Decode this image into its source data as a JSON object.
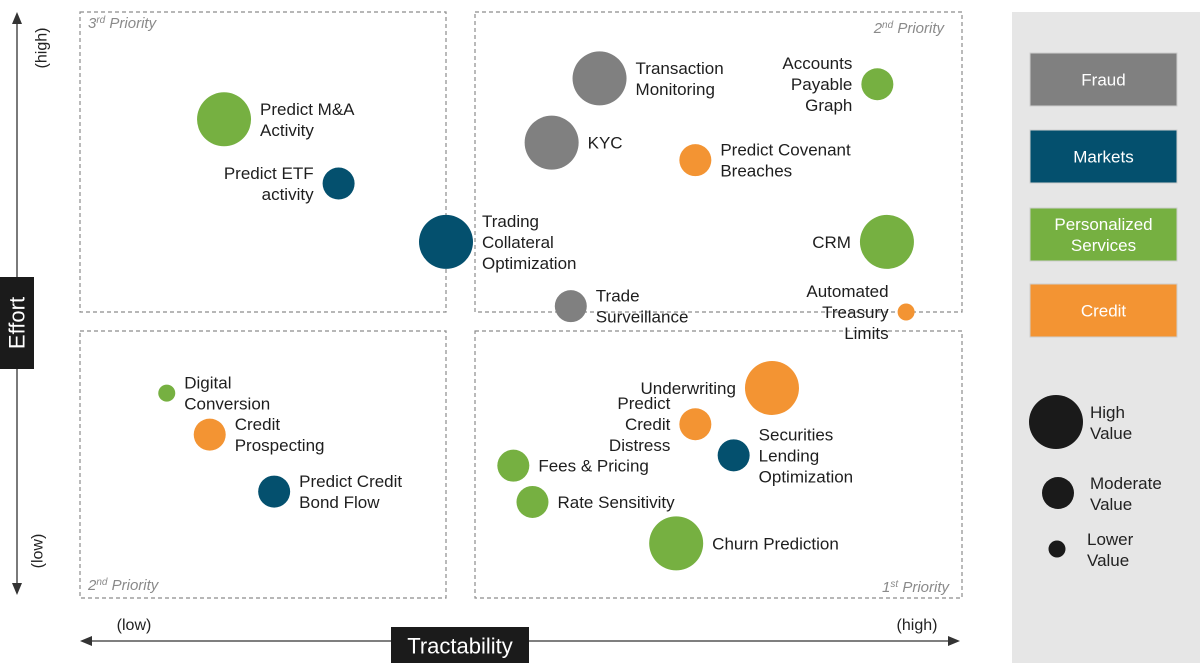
{
  "chart_data": {
    "type": "scatter",
    "xlabel": "Tractability",
    "ylabel": "Effort",
    "x_low_label": "(low)",
    "x_high_label": "(high)",
    "y_low_label": "(low)",
    "y_high_label": "(high)",
    "quadrants": [
      {
        "key": "top-left",
        "prefix": "3",
        "sup": "rd",
        "suffix": " Priority"
      },
      {
        "key": "top-right",
        "prefix": "2",
        "sup": "nd",
        "suffix": " Priority"
      },
      {
        "key": "bottom-left",
        "prefix": "2",
        "sup": "nd",
        "suffix": " Priority"
      },
      {
        "key": "bottom-right",
        "prefix": "1",
        "sup": "st",
        "suffix": " Priority"
      }
    ],
    "categories": [
      {
        "name": "Fraud",
        "color": "#808080"
      },
      {
        "name": "Markets",
        "color": "#04506e"
      },
      {
        "name": "Personalized Services",
        "color": "#76b041"
      },
      {
        "name": "Credit",
        "color": "#f39433"
      }
    ],
    "value_sizes": [
      {
        "name": "High Value",
        "level": "high"
      },
      {
        "name": "Moderate Value",
        "level": "moderate"
      },
      {
        "name": "Lower Value",
        "level": "lower"
      }
    ],
    "points": [
      {
        "label": "Predict M&A Activity",
        "category": "Personalized Services",
        "value": "high",
        "x": 1.9,
        "y": 8.3,
        "label_side": "right"
      },
      {
        "label": "Predict ETF activity",
        "category": "Markets",
        "value": "moderate",
        "x": 3.5,
        "y": 7.2,
        "label_side": "left"
      },
      {
        "label": "Transaction Monitoring",
        "category": "Fraud",
        "value": "high",
        "x": 6.3,
        "y": 9.0,
        "label_side": "right"
      },
      {
        "label": "KYC",
        "category": "Fraud",
        "value": "high",
        "x": 5.8,
        "y": 7.9,
        "label_side": "right"
      },
      {
        "label": "Predict Covenant Breaches",
        "category": "Credit",
        "value": "moderate",
        "x": 7.3,
        "y": 7.6,
        "label_side": "right"
      },
      {
        "label": "Accounts Payable Graph",
        "category": "Personalized Services",
        "value": "moderate",
        "x": 9.2,
        "y": 8.9,
        "label_side": "left"
      },
      {
        "label": "Trading Collateral Optimization",
        "category": "Markets",
        "value": "high",
        "x": 5.0,
        "y": 6.2,
        "label_side": "right"
      },
      {
        "label": "CRM",
        "category": "Personalized Services",
        "value": "high",
        "x": 9.3,
        "y": 6.2,
        "label_side": "left"
      },
      {
        "label": "Trade Surveillance",
        "category": "Fraud",
        "value": "moderate",
        "x": 6.0,
        "y": 5.1,
        "label_side": "right"
      },
      {
        "label": "Automated Treasury Limits",
        "category": "Credit",
        "value": "lower",
        "x": 9.5,
        "y": 5.0,
        "label_side": "left"
      },
      {
        "label": "Underwriting",
        "category": "Credit",
        "value": "high",
        "x": 8.1,
        "y": 3.9,
        "label_side": "left"
      },
      {
        "label": "Predict Credit Distress",
        "category": "Credit",
        "value": "moderate",
        "x": 7.3,
        "y": 3.2,
        "label_side": "left"
      },
      {
        "label": "Securities Lending Optimization",
        "category": "Markets",
        "value": "moderate",
        "x": 7.7,
        "y": 2.6,
        "label_side": "right"
      },
      {
        "label": "Fees & Pricing",
        "category": "Personalized Services",
        "value": "moderate",
        "x": 5.4,
        "y": 2.4,
        "label_side": "right"
      },
      {
        "label": "Rate Sensitivity",
        "category": "Personalized Services",
        "value": "moderate",
        "x": 5.6,
        "y": 1.7,
        "label_side": "right"
      },
      {
        "label": "Churn Prediction",
        "category": "Personalized Services",
        "value": "high",
        "x": 7.1,
        "y": 0.9,
        "label_side": "right"
      },
      {
        "label": "Digital Conversion",
        "category": "Personalized Services",
        "value": "lower",
        "x": 1.1,
        "y": 3.8,
        "label_side": "right"
      },
      {
        "label": "Credit Prospecting",
        "category": "Credit",
        "value": "moderate",
        "x": 1.7,
        "y": 3.0,
        "label_side": "right"
      },
      {
        "label": "Predict Credit Bond Flow",
        "category": "Markets",
        "value": "moderate",
        "x": 2.6,
        "y": 1.9,
        "label_side": "right"
      }
    ]
  }
}
